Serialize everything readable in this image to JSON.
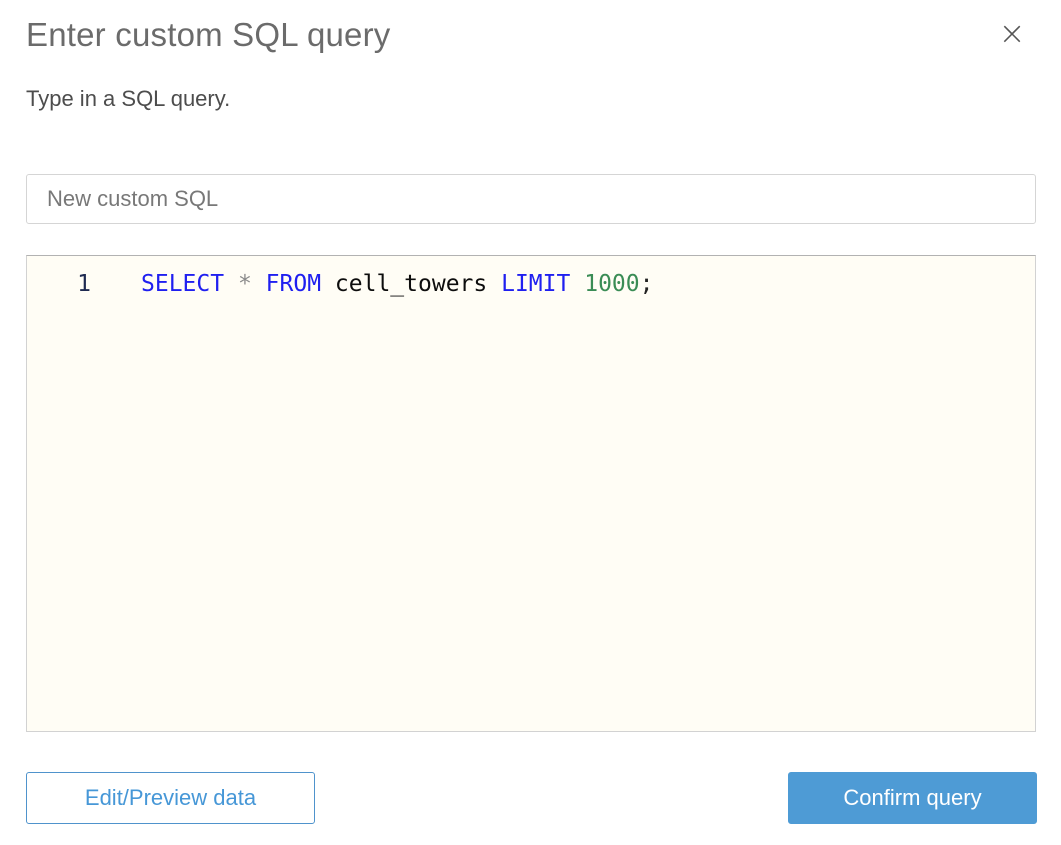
{
  "dialog": {
    "title": "Enter custom SQL query",
    "subtitle": "Type in a SQL query.",
    "close_glyph": "×"
  },
  "name_input": {
    "value": "New custom SQL"
  },
  "editor": {
    "line_number": "1",
    "query_plain": "SELECT * FROM cell_towers LIMIT 1000;",
    "tokens": [
      {
        "text": "SELECT",
        "type": "keyword"
      },
      {
        "text": " ",
        "type": "plain"
      },
      {
        "text": "*",
        "type": "operator"
      },
      {
        "text": " ",
        "type": "plain"
      },
      {
        "text": "FROM",
        "type": "keyword"
      },
      {
        "text": " ",
        "type": "plain"
      },
      {
        "text": "cell_towers",
        "type": "identifier"
      },
      {
        "text": " ",
        "type": "plain"
      },
      {
        "text": "LIMIT",
        "type": "keyword"
      },
      {
        "text": " ",
        "type": "plain"
      },
      {
        "text": "1000",
        "type": "number"
      },
      {
        "text": ";",
        "type": "punctuation"
      }
    ]
  },
  "footer": {
    "edit_preview_label": "Edit/Preview data",
    "confirm_label": "Confirm query"
  },
  "colors": {
    "keyword_blue": "#1f1ff0",
    "operator_gray": "#8a8a8a",
    "identifier_black": "#0d0d0d",
    "number_green": "#3a8c55",
    "line_number_navy": "#1e2a50",
    "editor_background": "#fffdf5",
    "accent_blue": "#4e9bd5",
    "outline_button_blue": "#4697d7",
    "title_gray": "#6b6b6b"
  }
}
